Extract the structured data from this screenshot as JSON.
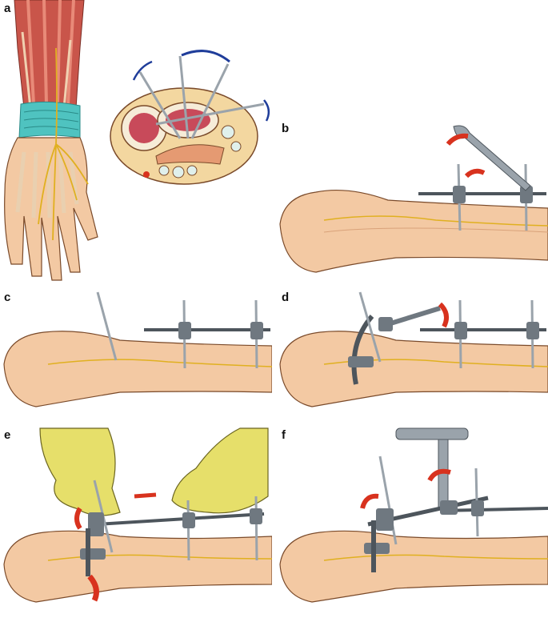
{
  "figure": {
    "panels": [
      {
        "label": "a"
      },
      {
        "label": "b"
      },
      {
        "label": "c"
      },
      {
        "label": "d"
      },
      {
        "label": "e"
      },
      {
        "label": "f"
      }
    ]
  },
  "colors": {
    "skin": "#f3c9a3",
    "skin_shadow": "#d9a27a",
    "outline": "#7a4a2a",
    "muscle": "#c9554a",
    "tendon_band": "#4fc3c0",
    "nerve": "#e0b020",
    "bone": "#f1dcc4",
    "marrow": "#c84a5a",
    "pin": "#9aa3ab",
    "clamp": "#6f7880",
    "rod": "#4d555c",
    "arrow_red": "#d8321e",
    "arrow_blue": "#1f3d9a",
    "glove": "#e6df6a"
  }
}
